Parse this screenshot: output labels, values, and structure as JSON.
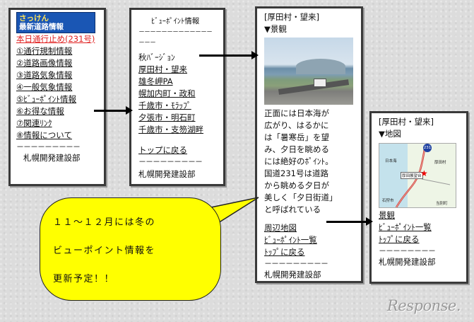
{
  "screen1": {
    "logo_line1": "さっけん",
    "logo_line2": "最新道路情報",
    "closure": "本日通行止め(231号)",
    "items": [
      "①通行規制情報",
      "②道路画像情報",
      "③道路気象情報",
      "④一般気象情報",
      "⑤ﾋﾞｭｰﾎﾟｲﾝﾄ情報",
      "⑥お得な情報",
      "⑦関連ﾘﾝｸ",
      "⑧情報について"
    ],
    "divider": "－－－－－－－－－",
    "footer": "札幌開発建設部"
  },
  "screen2": {
    "title": "ﾋﾞｭｰﾎﾟｲﾝﾄ情報",
    "rule": "－－－－－－－－－－－－－－－－",
    "season": "秋ﾊﾞｰｼﾞｮﾝ",
    "items": [
      "厚田村・望来",
      "雄冬岬PA",
      "幌加内町・政和",
      "千歳市・ﾓﾗｯﾌﾟ",
      "夕張市・明石町",
      "千歳市・支笏湖畔"
    ],
    "back": "トップに戻る",
    "divider": "－－－－－－－－－",
    "footer": "札幌開発建設部"
  },
  "screen3": {
    "heading": "[厚田村・望来]",
    "section": "▼景観",
    "desc": [
      "正面には日本海が",
      "広がり、はるかに",
      "は「暑寒岳」を望",
      "み、夕日を眺める",
      "には絶好のﾎﾟｲﾝﾄ。",
      "国道231号は道路",
      "から眺める夕日が",
      "美しく「夕日街道」",
      "と呼ばれている"
    ],
    "links": [
      "周辺地図",
      "ﾋﾞｭｰﾎﾟｲﾝﾄ一覧",
      "ﾄｯﾌﾟに戻る"
    ],
    "divider": "－－－－－－－－－",
    "footer": "札幌開発建設部"
  },
  "screen4": {
    "heading": "[厚田村・望来]",
    "section": "▼地図",
    "map_labels": {
      "sea": "日本海",
      "village": "厚田村",
      "spot": "厚田展望台",
      "town1": "石狩市",
      "town2": "当別町",
      "route": "231"
    },
    "links": [
      "景観",
      "ﾋﾞｭｰﾎﾟｲﾝﾄ一覧",
      "ﾄｯﾌﾟに戻る"
    ],
    "divider": "－－－－－－－－",
    "footer": "札幌開発建設部"
  },
  "bubble": {
    "lines": [
      "１１～１２月には冬の",
      "ビューポイント情報を",
      "更新予定！！"
    ]
  },
  "watermark": "Response."
}
